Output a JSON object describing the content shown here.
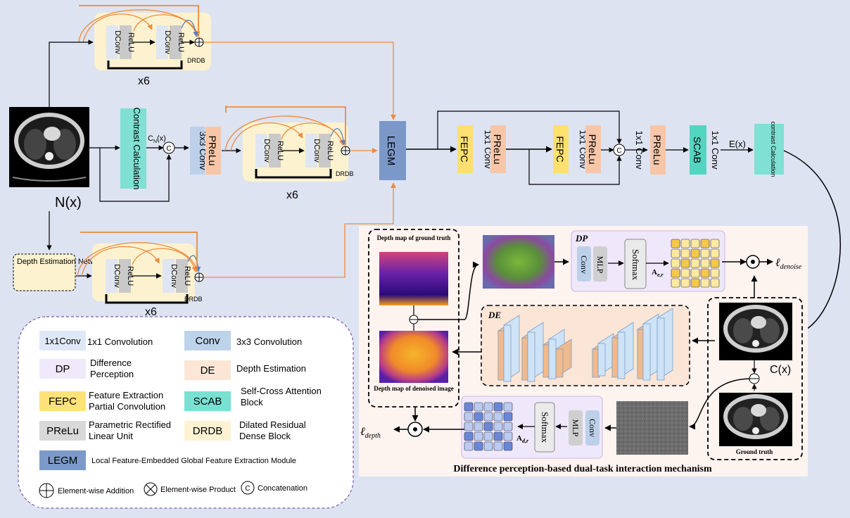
{
  "labels": {
    "dconv": "DConv",
    "relu": "ReLU",
    "drdb": "DRDB",
    "x6": "x6",
    "nx": "N(x)",
    "contrast_calc": "Contrast Calculation",
    "cn_x": "C",
    "cn_sub": "N",
    "cn_suffix": "(x)",
    "conv3x3": "3x3 Conv",
    "prelu": "PReLu",
    "legm": "LEGM",
    "fepc": "FEPC",
    "conv1x1": "1x1 Conv",
    "scab": "SCAB",
    "ex": "E(x)",
    "contrast_small": "contrast Calculation",
    "depth_net": "Depth Estimation Network",
    "cx": "C(x)",
    "concat_c": "C"
  },
  "dual_task": {
    "depth_gt_label": "Depth map of ground truth",
    "depth_denoised_label": "Depth map of denoised image",
    "dp_title": "DP",
    "de_title": "DE",
    "conv": "Conv",
    "mlp": "MLP",
    "softmax": "Softmax",
    "a_er": "A",
    "a_er_sub": "e,r",
    "a_dr": "A",
    "a_dr_sub": "d,r",
    "loss_denoise_l": "ℓ",
    "loss_denoise_sub": "denoise",
    "loss_depth_l": "ℓ",
    "loss_depth_sub": "depth",
    "ground_truth": "Ground truth",
    "caption": "Difference perception-based dual-task interaction mechanism"
  },
  "legend": {
    "items": [
      {
        "swatch": "1x1Conv",
        "text": "1x1 Convolution",
        "color": "#dfe8f6"
      },
      {
        "swatch": "Conv",
        "text": "3x3 Convolution",
        "color": "#bcd3ea"
      },
      {
        "swatch": "DP",
        "text": "Difference Perception",
        "color": "#efe9fa"
      },
      {
        "swatch": "DE",
        "text": "Depth Estimation",
        "color": "#fbe6d6"
      },
      {
        "swatch": "FEPC",
        "text": "Feature Extraction Partial Convolution",
        "color": "#fde27a"
      },
      {
        "swatch": "SCAB",
        "text": "Self-Cross Attention Block",
        "color": "#79e0d2"
      },
      {
        "swatch": "PReLu",
        "text": "Parametric Rectified Linear Unit",
        "color": "#d9d9d9"
      },
      {
        "swatch": "DRDB",
        "text": "Dilated Residual Dense Block",
        "color": "#fdf2d2"
      },
      {
        "swatch": "LEGM",
        "text": "Local Feature-Embedded Global Feature Extraction Module",
        "color": "#7b9ac9"
      }
    ],
    "ops": {
      "add": "Element-wise Addition",
      "product": "Element-wise Product",
      "concat": "Concatenation"
    }
  },
  "colors": {
    "background": "#dde3f1",
    "drdb_fill": "#fdf2cf",
    "orange_arrow": "#ee8a3c",
    "blue_arrow": "#5b7fbd",
    "contrast_block": "#7fe0d3",
    "prelu_block": "#f7c6a8",
    "conv_block": "#bcd0ea",
    "fepc_block": "#fde06f",
    "legm_block": "#7b98c9",
    "scab_block": "#52d6c1",
    "dp_panel": "#efe8fb",
    "de_panel": "#fbe5d6",
    "heatmap_panel": "#fdf3ef"
  }
}
